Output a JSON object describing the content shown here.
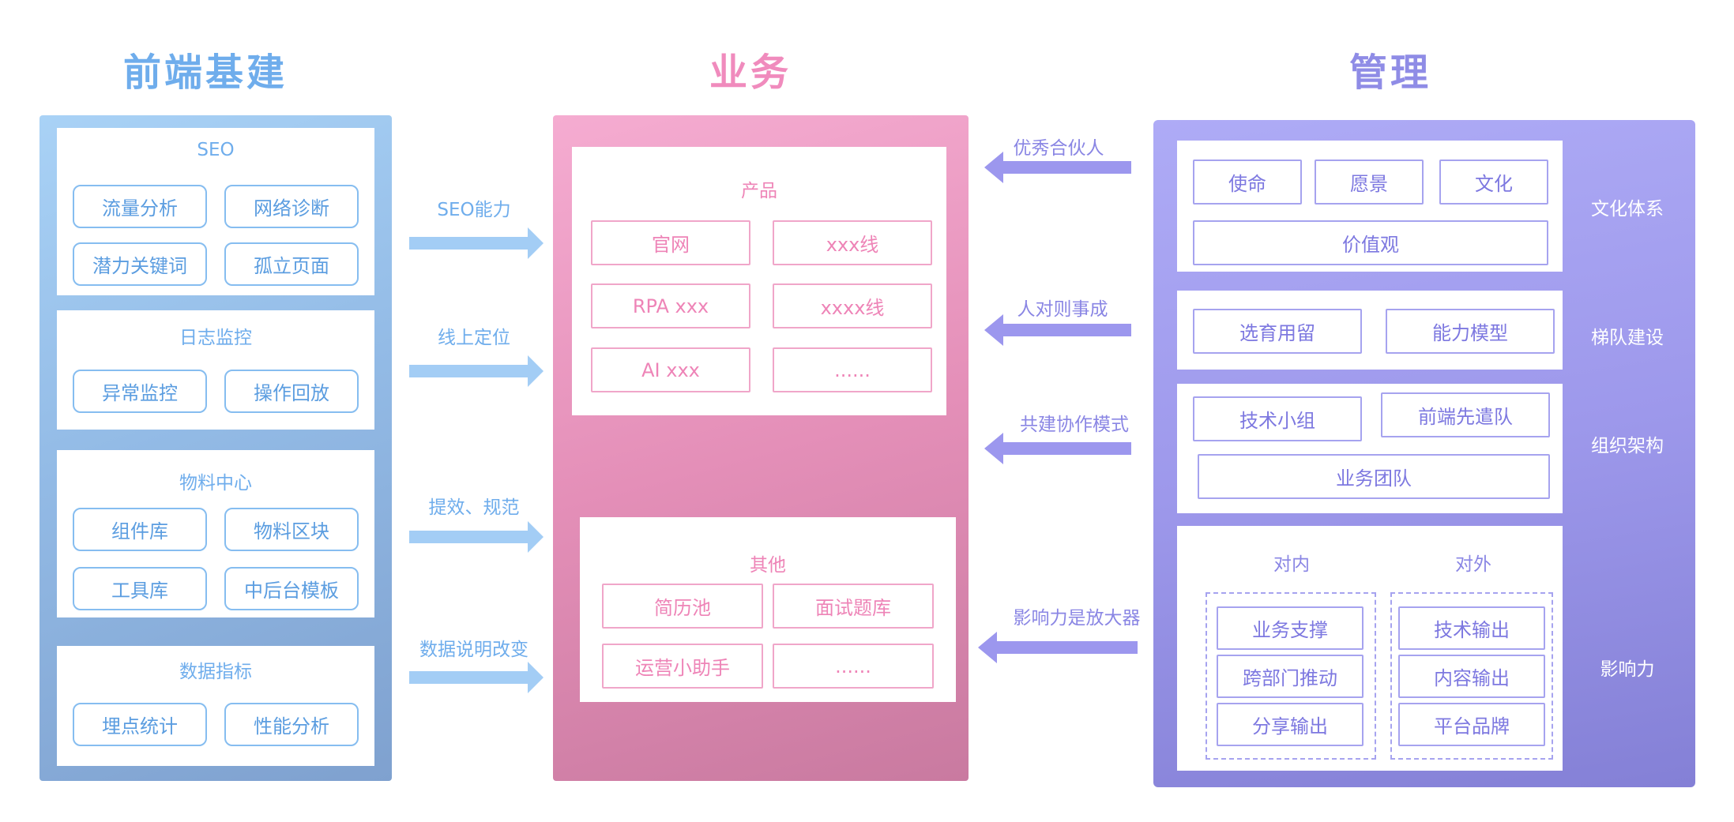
{
  "headings": {
    "left": "前端基建",
    "middle": "业务",
    "right": "管理"
  },
  "colors": {
    "blue": "#6fadec",
    "pink": "#ee84b7",
    "purple": "#8a86e4",
    "arrow_blue": "#a3cdf5",
    "arrow_purple": "#9c97ee"
  },
  "left": {
    "sections": [
      {
        "title": "SEO",
        "items": [
          "流量分析",
          "网络诊断",
          "潜力关键词",
          "孤立页面"
        ]
      },
      {
        "title": "日志监控",
        "items": [
          "异常监控",
          "操作回放"
        ]
      },
      {
        "title": "物料中心",
        "items": [
          "组件库",
          "物料区块",
          "工具库",
          "中后台模板"
        ]
      },
      {
        "title": "数据指标",
        "items": [
          "埋点统计",
          "性能分析"
        ]
      }
    ]
  },
  "left_arrows": [
    "SEO能力",
    "线上定位",
    "提效、规范",
    "数据说明改变"
  ],
  "middle": {
    "product": {
      "title": "产品",
      "items": [
        "官网",
        "xxx线",
        "RPA xxx",
        "xxxx线",
        "AI xxx",
        "......"
      ]
    },
    "other": {
      "title": "其他",
      "items": [
        "简历池",
        "面试题库",
        "运营小助手",
        "......"
      ]
    }
  },
  "right_arrows": [
    "优秀合伙人",
    "人对则事成",
    "共建协作模式",
    "影响力是放大器"
  ],
  "right": {
    "culture": {
      "label": "文化体系",
      "items": [
        "使命",
        "愿景",
        "文化",
        "价值观"
      ]
    },
    "echelon": {
      "label": "梯队建设",
      "items": [
        "选育用留",
        "能力模型"
      ]
    },
    "org": {
      "label": "组织架构",
      "items": [
        "技术小组",
        "前端先遣队",
        "业务团队"
      ]
    },
    "influence": {
      "label": "影响力",
      "inner_title": "对内",
      "outer_title": "对外",
      "inner_items": [
        "业务支撑",
        "跨部门推动",
        "分享输出"
      ],
      "outer_items": [
        "技术输出",
        "内容输出",
        "平台品牌"
      ]
    }
  }
}
